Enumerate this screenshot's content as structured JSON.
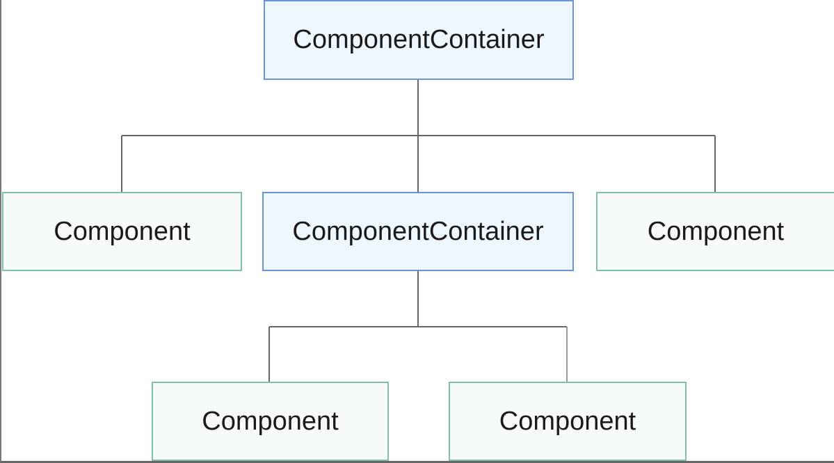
{
  "diagram": {
    "root": {
      "label": "ComponentContainer"
    },
    "level1": [
      {
        "label": "Component"
      },
      {
        "label": "ComponentContainer"
      },
      {
        "label": "Component"
      }
    ],
    "level2": [
      {
        "label": "Component"
      },
      {
        "label": "Component"
      }
    ],
    "colors": {
      "container_fill": "#eef7fe",
      "container_border": "#6b93d8",
      "component_fill": "#f6fbf8",
      "component_border": "#7fc0ab",
      "connector": "#666666"
    }
  }
}
